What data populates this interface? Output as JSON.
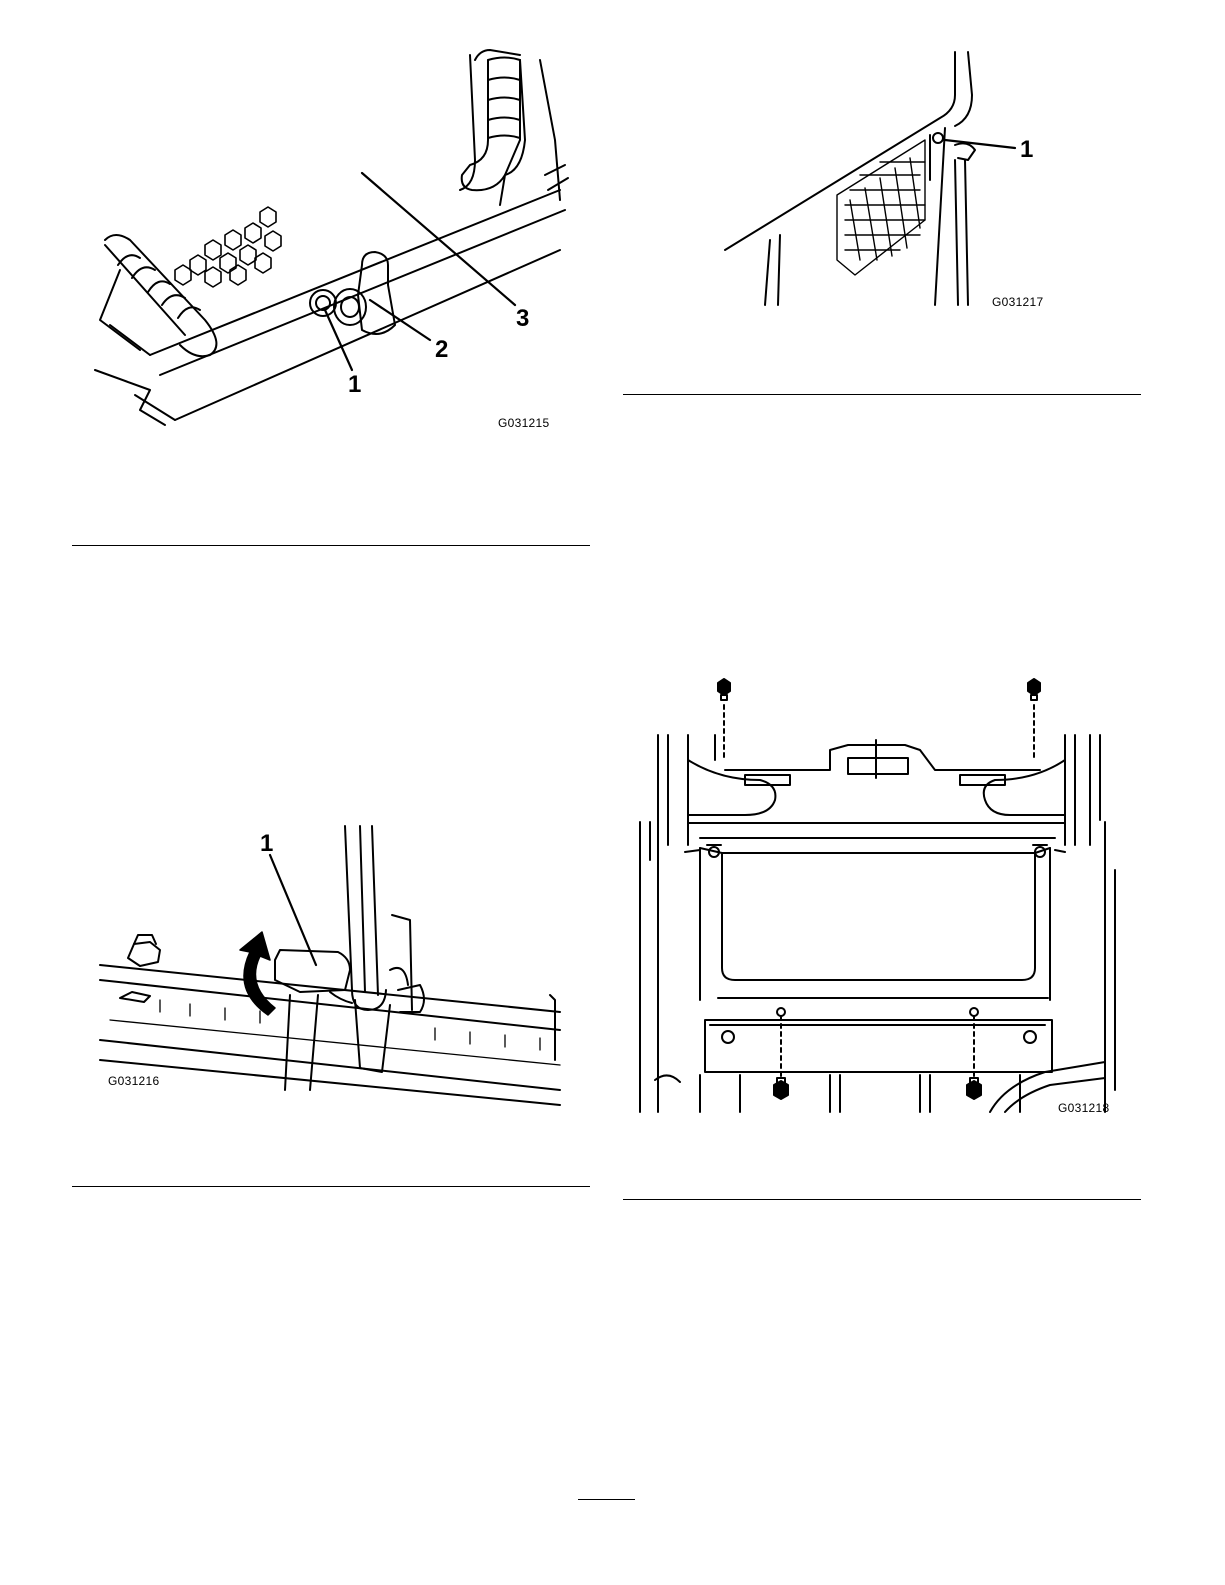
{
  "figures": [
    {
      "id": "G031215",
      "code": "G031215",
      "callouts": [
        "1",
        "2",
        "3"
      ]
    },
    {
      "id": "G031217",
      "code": "G031217",
      "callouts": [
        "1"
      ]
    },
    {
      "id": "G031216",
      "code": "G031216",
      "callouts": [
        "1"
      ]
    },
    {
      "id": "G031218",
      "code": "G031218",
      "callouts": []
    }
  ]
}
